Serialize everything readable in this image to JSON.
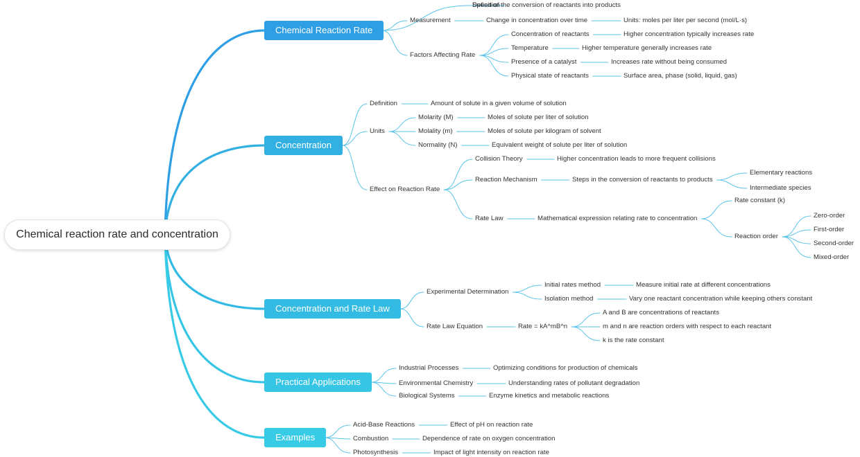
{
  "root": {
    "label": "Chemical reaction rate and concentration"
  },
  "colors": {
    "branch_1": "#2e9ee5",
    "branch_2": "#33b0e2",
    "branch_3": "#33bbe3",
    "branch_4": "#36c5e5",
    "branch_5": "#38cbe6",
    "leaf_line": "#58c3e8"
  },
  "branches": [
    {
      "label": "Chemical Reaction Rate",
      "children": [
        {
          "label": "Definition",
          "children": [
            {
              "label": "Speed of the conversion of reactants into products"
            }
          ]
        },
        {
          "label": "Measurement",
          "children": [
            {
              "label": "Change in concentration over time",
              "children": [
                {
                  "label": "Units: moles per liter per second (mol/L·s)"
                }
              ]
            }
          ]
        },
        {
          "label": "Factors Affecting Rate",
          "children": [
            {
              "label": "Concentration of reactants",
              "children": [
                {
                  "label": "Higher concentration typically increases rate"
                }
              ]
            },
            {
              "label": "Temperature",
              "children": [
                {
                  "label": "Higher temperature generally increases rate"
                }
              ]
            },
            {
              "label": "Presence of a catalyst",
              "children": [
                {
                  "label": "Increases rate without being consumed"
                }
              ]
            },
            {
              "label": "Physical state of reactants",
              "children": [
                {
                  "label": "Surface area, phase (solid, liquid, gas)"
                }
              ]
            }
          ]
        }
      ]
    },
    {
      "label": "Concentration",
      "children": [
        {
          "label": "Definition",
          "children": [
            {
              "label": "Amount of solute in a given volume of solution"
            }
          ]
        },
        {
          "label": "Units",
          "children": [
            {
              "label": "Molarity (M)",
              "children": [
                {
                  "label": "Moles of solute per liter of solution"
                }
              ]
            },
            {
              "label": "Molality (m)",
              "children": [
                {
                  "label": "Moles of solute per kilogram of solvent"
                }
              ]
            },
            {
              "label": "Normality (N)",
              "children": [
                {
                  "label": "Equivalent weight of solute per liter of solution"
                }
              ]
            }
          ]
        },
        {
          "label": "Effect on Reaction Rate",
          "children": [
            {
              "label": "Collision Theory",
              "children": [
                {
                  "label": "Higher concentration leads to more frequent collisions"
                }
              ]
            },
            {
              "label": "Reaction Mechanism",
              "children": [
                {
                  "label": "Steps in the conversion of reactants to products",
                  "children": [
                    {
                      "label": "Elementary reactions"
                    },
                    {
                      "label": "Intermediate species"
                    }
                  ]
                }
              ]
            },
            {
              "label": "Rate Law",
              "children": [
                {
                  "label": "Mathematical expression relating rate to concentration",
                  "children": [
                    {
                      "label": "Rate constant (k)"
                    },
                    {
                      "label": "Reaction order",
                      "children": [
                        {
                          "label": "Zero-order"
                        },
                        {
                          "label": "First-order"
                        },
                        {
                          "label": "Second-order"
                        },
                        {
                          "label": "Mixed-order"
                        }
                      ]
                    }
                  ]
                }
              ]
            }
          ]
        }
      ]
    },
    {
      "label": "Concentration and Rate Law",
      "children": [
        {
          "label": "Experimental Determination",
          "children": [
            {
              "label": "Initial rates method",
              "children": [
                {
                  "label": "Measure initial rate at different concentrations"
                }
              ]
            },
            {
              "label": "Isolation method",
              "children": [
                {
                  "label": "Vary one reactant concentration while keeping others constant"
                }
              ]
            }
          ]
        },
        {
          "label": "Rate Law Equation",
          "children": [
            {
              "label": "Rate = kA^mB^n",
              "children": [
                {
                  "label": "A and B are concentrations of reactants"
                },
                {
                  "label": "m and n are reaction orders with respect to each reactant"
                },
                {
                  "label": "k is the rate constant"
                }
              ]
            }
          ]
        }
      ]
    },
    {
      "label": "Practical Applications",
      "children": [
        {
          "label": "Industrial Processes",
          "children": [
            {
              "label": "Optimizing conditions for production of chemicals"
            }
          ]
        },
        {
          "label": "Environmental Chemistry",
          "children": [
            {
              "label": "Understanding rates of pollutant degradation"
            }
          ]
        },
        {
          "label": "Biological Systems",
          "children": [
            {
              "label": "Enzyme kinetics and metabolic reactions"
            }
          ]
        }
      ]
    },
    {
      "label": "Examples",
      "children": [
        {
          "label": "Acid-Base Reactions",
          "children": [
            {
              "label": "Effect of pH on reaction rate"
            }
          ]
        },
        {
          "label": "Combustion",
          "children": [
            {
              "label": "Dependence of rate on oxygen concentration"
            }
          ]
        },
        {
          "label": "Photosynthesis",
          "children": [
            {
              "label": "Impact of light intensity on reaction rate"
            }
          ]
        }
      ]
    }
  ]
}
